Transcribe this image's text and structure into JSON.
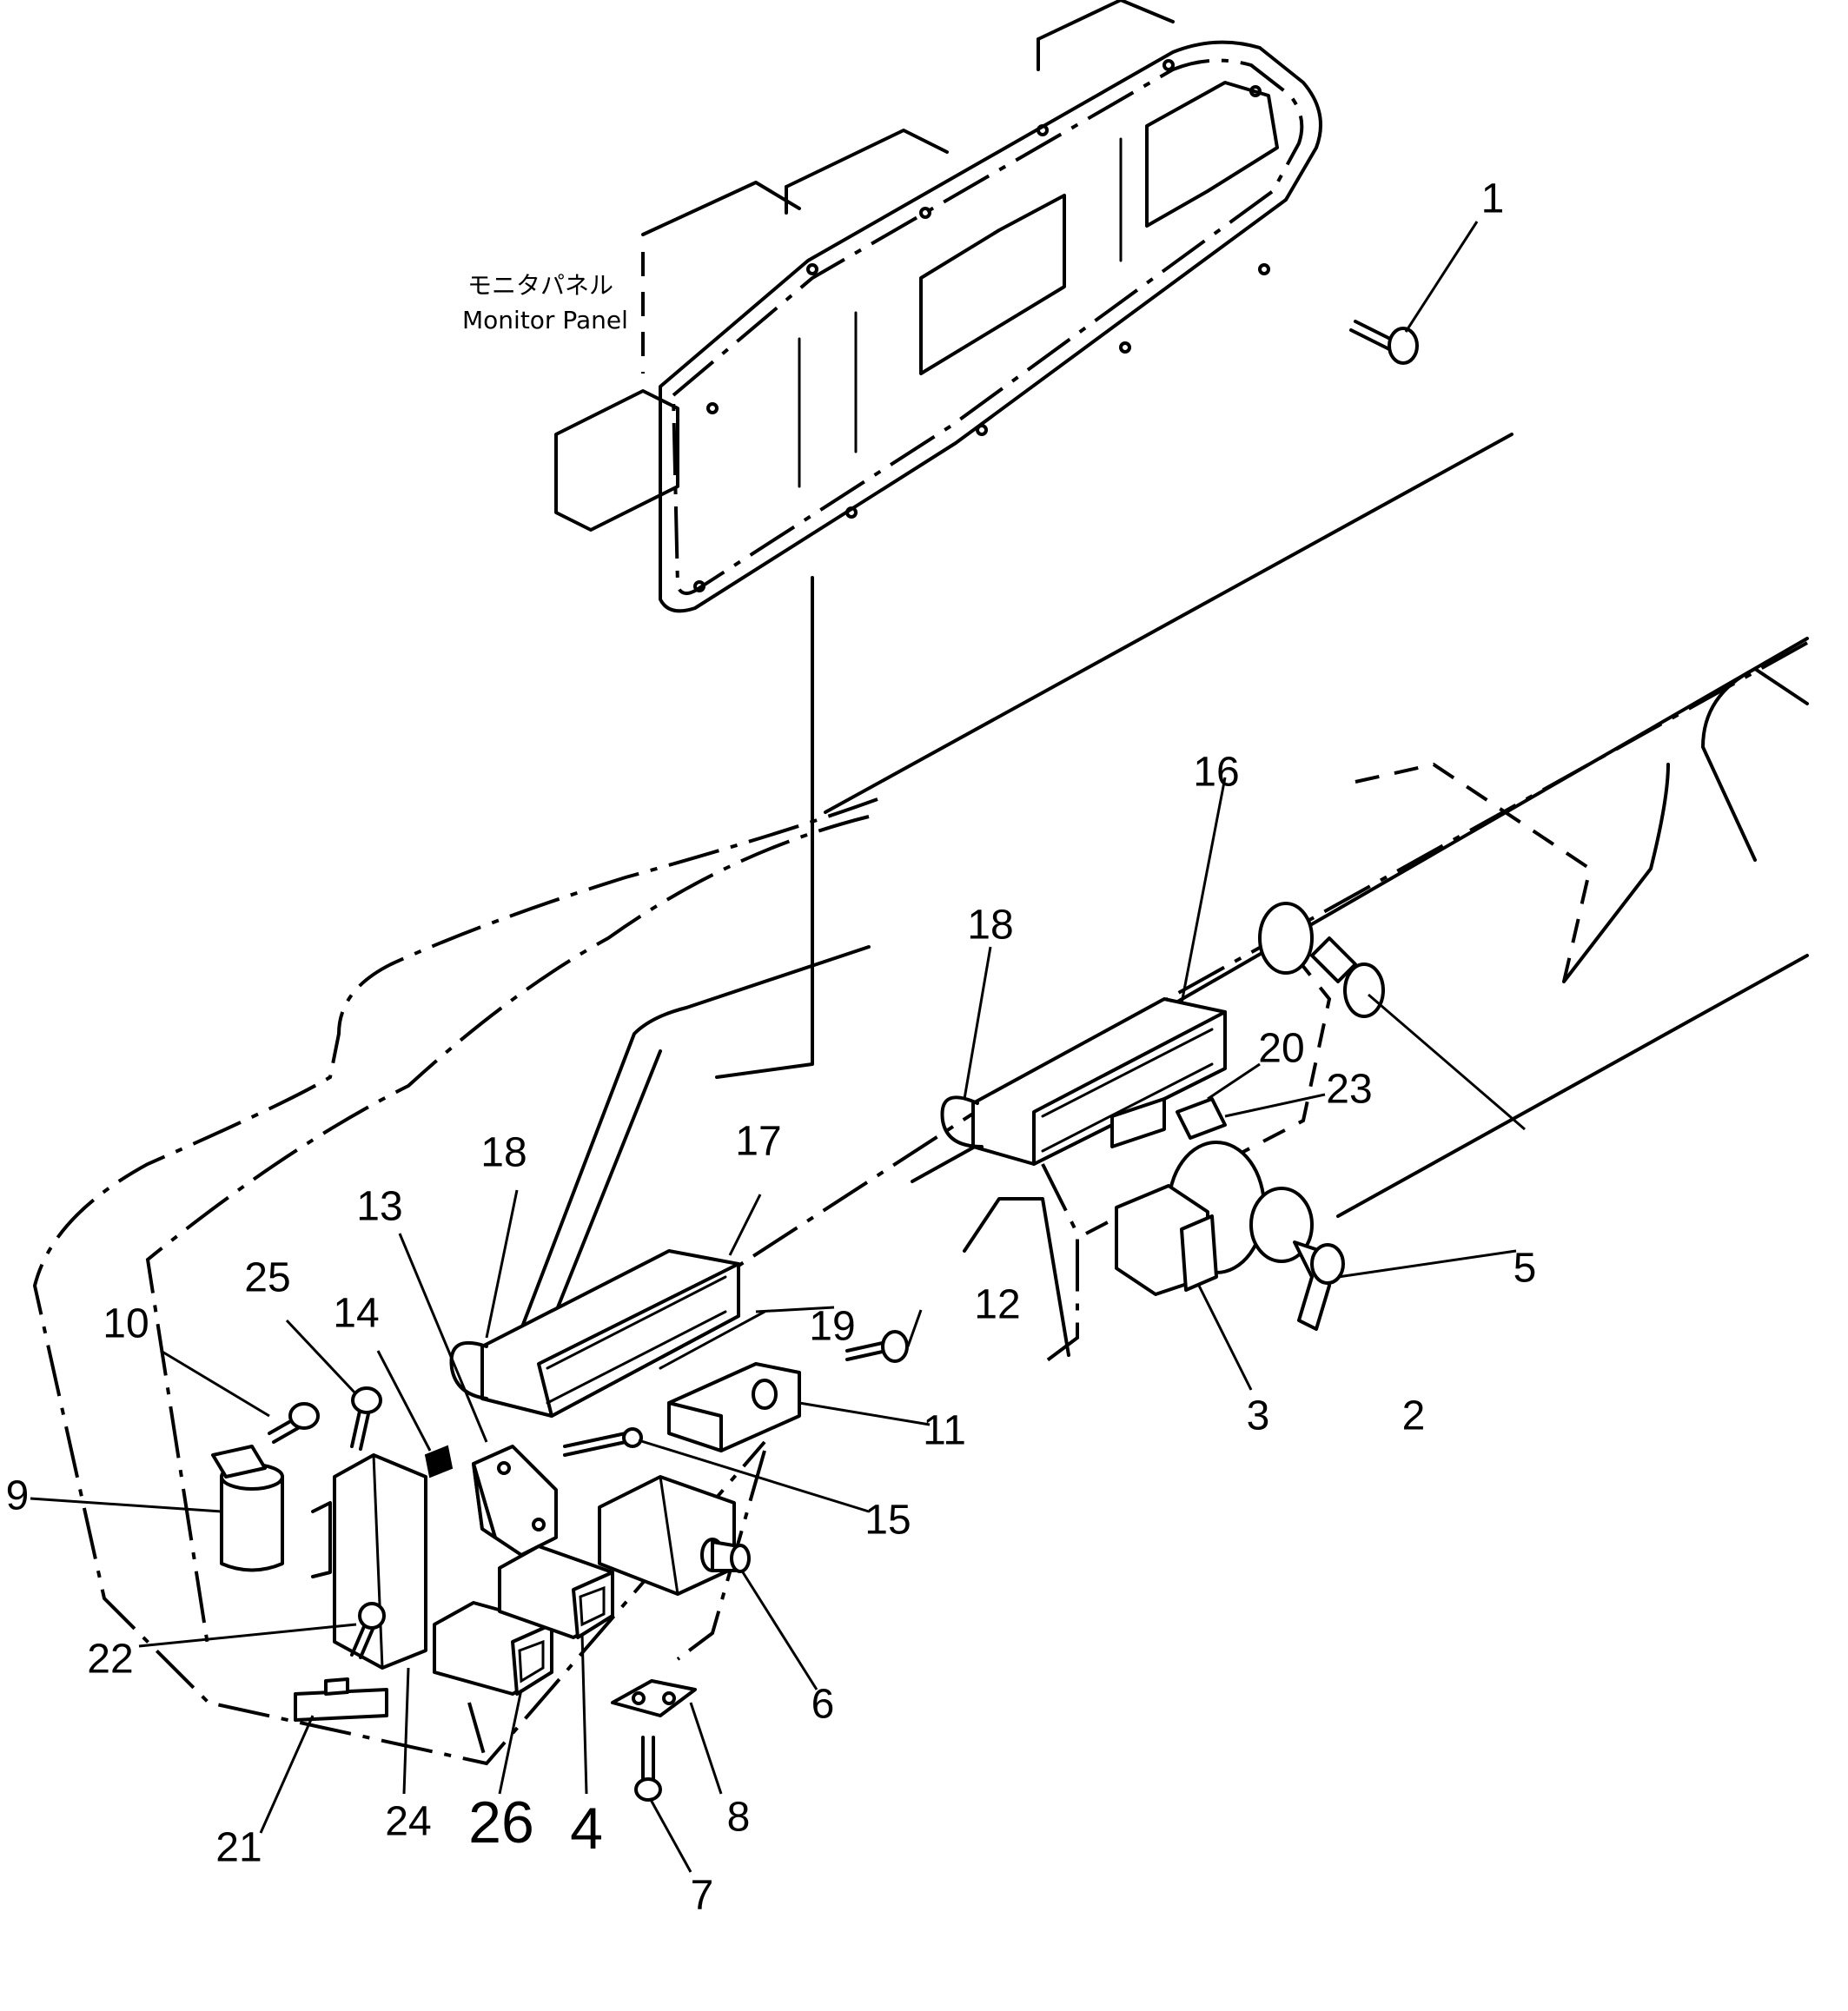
{
  "monitor_panel": {
    "label_jp": "モニタパネル",
    "label_en": "Monitor Panel"
  },
  "callouts": [
    {
      "number": "1"
    },
    {
      "number": "2"
    },
    {
      "number": "3"
    },
    {
      "number": "4"
    },
    {
      "number": "5"
    },
    {
      "number": "6"
    },
    {
      "number": "7"
    },
    {
      "number": "8"
    },
    {
      "number": "9"
    },
    {
      "number": "10"
    },
    {
      "number": "11"
    },
    {
      "number": "12"
    },
    {
      "number": "13"
    },
    {
      "number": "14"
    },
    {
      "number": "15"
    },
    {
      "number": "16"
    },
    {
      "number": "17"
    },
    {
      "number": "18"
    },
    {
      "number": "18"
    },
    {
      "number": "19"
    },
    {
      "number": "20"
    },
    {
      "number": "21"
    },
    {
      "number": "22"
    },
    {
      "number": "23"
    },
    {
      "number": "24"
    },
    {
      "number": "25"
    },
    {
      "number": "26"
    }
  ]
}
